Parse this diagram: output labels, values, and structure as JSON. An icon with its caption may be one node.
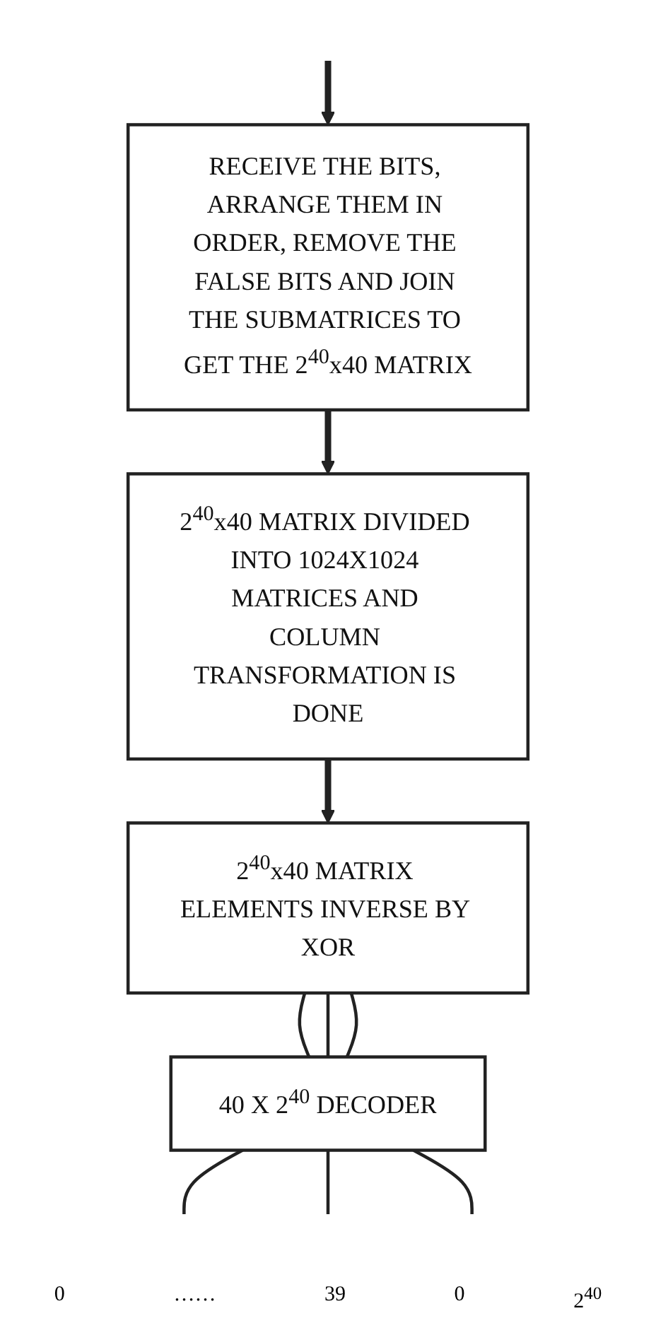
{
  "diagram": {
    "nodes": [
      {
        "text": [
          "RECEIVE THE BITS, ARRANGE THEM IN ORDER, REMOVE THE FALSE BITS AND JOIN THE SUBMATRICES TO GET THE 2$^{40}$x40 MATRIX"
        ]
      },
      {
        "text": [
          "2$^{40}$x40 MATRIX DIVIDED INTO 1024X1024 MATRICES AND COLUMN TRANSFORMATION IS DONE"
        ]
      },
      {
        "text": [
          "2$^{40}$x40 MATRIX ELEMENTS INVERSE BY XOR"
        ]
      },
      {
        "text": [
          "40 X 2$^{40}$ DECODER"
        ]
      }
    ],
    "edges": [
      {
        "from": null,
        "to": 0,
        "arrow": "to",
        "style": "thick"
      },
      {
        "from": 0,
        "to": 1,
        "arrow": "to",
        "style": "thick"
      },
      {
        "from": 1,
        "to": 2,
        "arrow": "to",
        "style": "thick"
      },
      {
        "from": 2,
        "to": 3,
        "arrow": "none"
      },
      {
        "from": 2,
        "to": 3,
        "arrow": "none"
      },
      {
        "from": 2,
        "to": 3,
        "arrow": "none"
      },
      {
        "from": 3,
        "to": null,
        "arrow": "none"
      },
      {
        "from": 3,
        "to": null,
        "arrow": "none"
      },
      {
        "from": 3,
        "to": null,
        "arrow": "none"
      }
    ],
    "labels": [
      "0",
      "……",
      "39",
      "0",
      "2$^{40}$"
    ]
  }
}
